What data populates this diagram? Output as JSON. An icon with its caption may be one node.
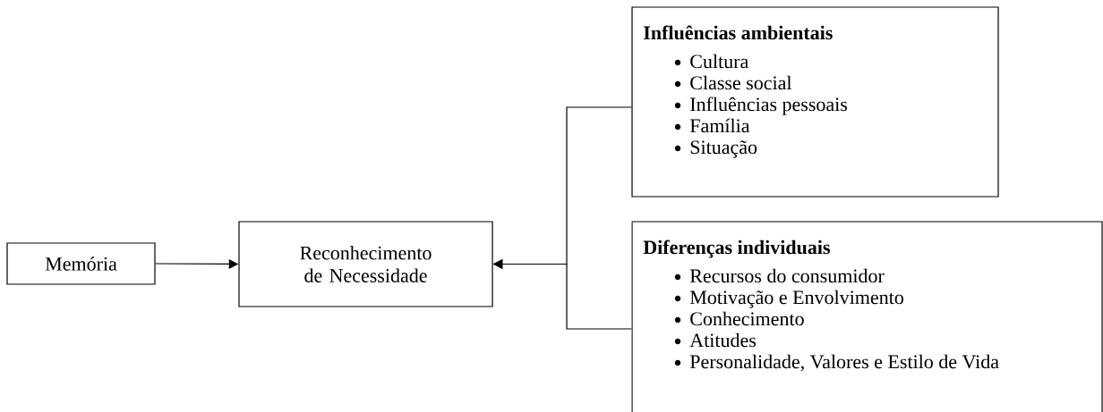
{
  "diagram": {
    "nodes": [
      {
        "text": [
          "Memória"
        ]
      },
      {
        "text": [
          "Reconhecimento de Necessidade"
        ]
      },
      {
        "text": [
          "Influências ambientais",
          "Cultura",
          "Classe social",
          "Influências pessoais",
          "Família",
          "Situação"
        ]
      },
      {
        "text": [
          "Diferenças individuais",
          "Recursos do consumidor",
          "Motivação e Envolvimento",
          "Conhecimento",
          "Atitudes",
          "Personalidade, Valores e Estilo de Vida"
        ]
      }
    ],
    "edges": [
      {
        "from": 0,
        "to": 1,
        "arrow": "to"
      },
      {
        "from": 2,
        "to": 1,
        "arrow": "to"
      },
      {
        "from": 3,
        "to": 1,
        "arrow": "to"
      }
    ]
  }
}
